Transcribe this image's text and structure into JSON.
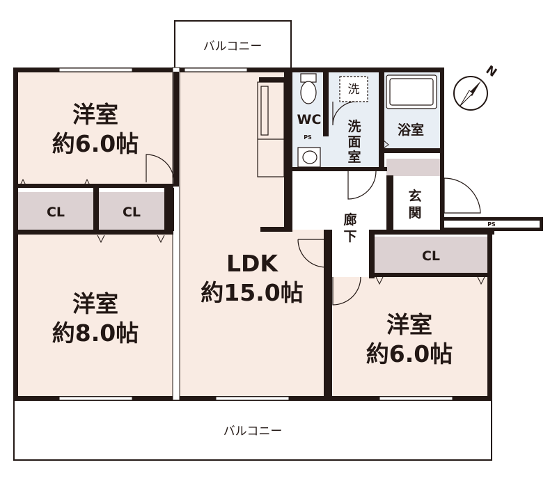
{
  "rooms": {
    "western1": {
      "name": "洋室",
      "size": "約6.0帖"
    },
    "western2": {
      "name": "洋室",
      "size": "約8.0帖"
    },
    "western3": {
      "name": "洋室",
      "size": "約6.0帖"
    },
    "ldk": {
      "name": "LDK",
      "size": "約15.0帖"
    },
    "wc": "WC",
    "washroom": [
      "洗",
      "面",
      "室"
    ],
    "bath": "浴室",
    "entrance": [
      "玄",
      "関"
    ],
    "corridor": [
      "廊",
      "下"
    ],
    "closet_label": "CL",
    "washer_mark": "洗",
    "ps": "PS"
  },
  "balconies": {
    "top": "バルコニー",
    "bottom": "バルコニー"
  },
  "compass": {
    "north_label": "N"
  },
  "colors": {
    "room_fill": "#f9ebe3",
    "wet_fill": "#e8eef4",
    "closet_fill": "#dcd1d2",
    "wall": "#231815"
  }
}
